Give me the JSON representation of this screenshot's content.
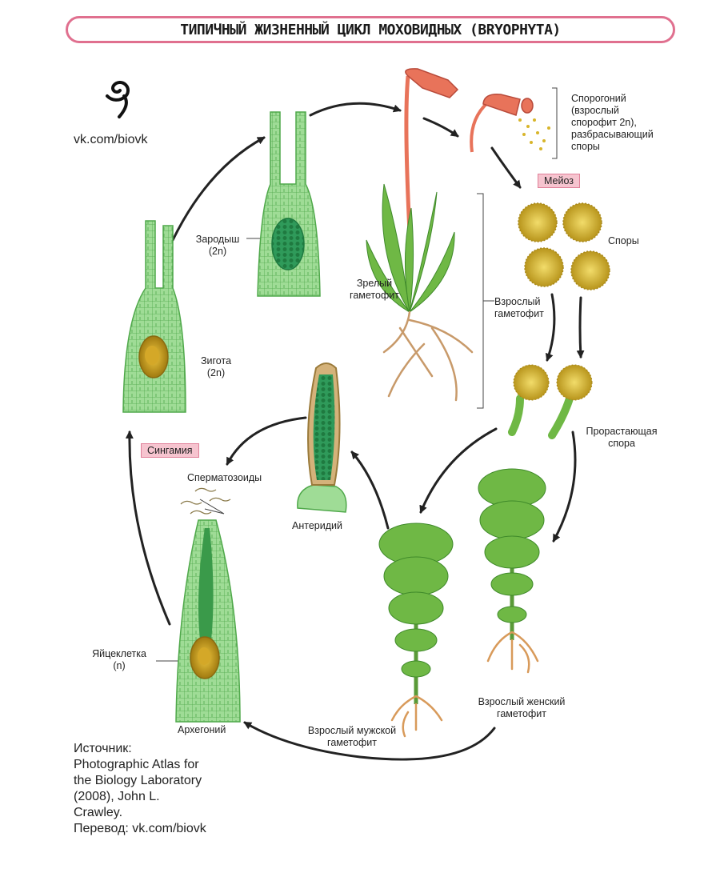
{
  "title": "ТИПИЧНЫЙ ЖИЗНЕННЫЙ ЦИКЛ МОХОВИДНЫХ (BRYOPHYTA)",
  "logo": {
    "icon": "spiral-icon",
    "url": "vk.com/biovk"
  },
  "labels": {
    "sporogon": "Спорогоний\n(взрослый\nспорофит 2n),\nразбрасывающий\nспоры",
    "meiosis": "Мейоз",
    "spores": "Споры",
    "mature_gametophyte": "Зрелый\nгаметофит",
    "adult_gametophyte": "Взрослый\nгаметофит",
    "embryo": "Зародыш\n(2n)",
    "zygote": "Зигота\n(2n)",
    "germinating_spore": "Прорастающая\nспора",
    "syngamy": "Сингамия",
    "sperm": "Сперматозоиды",
    "antheridium": "Антеридий",
    "egg": "Яйцеклетка\n(n)",
    "archegonium": "Архегоний",
    "male_gametophyte": "Взрослый мужской\nгаметофит",
    "female_gametophyte": "Взрослый женский\nгаметофит"
  },
  "source": "Источник:\nPhotographic Atlas for\nthe Biology Laboratory\n(2008), John L.\nCrawley.\nПеревод: vk.com/biovk",
  "colors": {
    "cell_green": "#8fd48a",
    "cell_edge": "#4fa84a",
    "leaf_green": "#6fb845",
    "capsule": "#e8735a",
    "spore_yellow": "#d8b52a",
    "zygote_gold": "#c8a020",
    "root": "#c89a6a",
    "badge": "#f6c4cf",
    "title_border": "#e0708f"
  }
}
